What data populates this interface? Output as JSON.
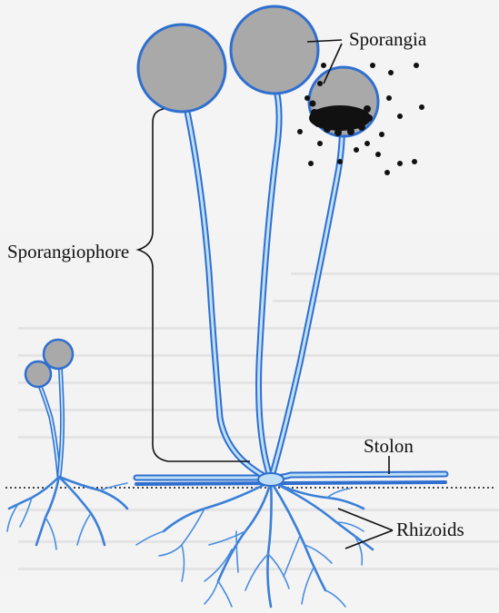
{
  "labels": {
    "sporangia": "Sporangia",
    "sporangiophore": "Sporangiophore",
    "stolon": "Stolon",
    "rhizoids": "Rhizoids"
  },
  "colors": {
    "hypha_outline": "#2f6fd0",
    "hypha_fill": "#bfe0f6",
    "sporangium_fill": "#a9a9a9",
    "spore": "#111111",
    "background": "#f3f3f3"
  }
}
